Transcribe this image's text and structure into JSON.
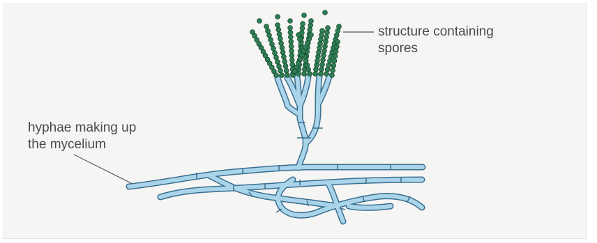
{
  "labels": {
    "spore_structure": [
      "structure containing",
      "spores"
    ],
    "hyphae": [
      "hyphae making up",
      "the mycelium"
    ]
  },
  "colors": {
    "background": "#f5f5f3",
    "hypha_fill": "#a9d4ea",
    "hypha_stroke": "#3a6e8f",
    "spore_fill": "#2f7f55",
    "spore_stroke": "#14452c",
    "leader_line": "#555555",
    "text": "#4a4a4a"
  }
}
